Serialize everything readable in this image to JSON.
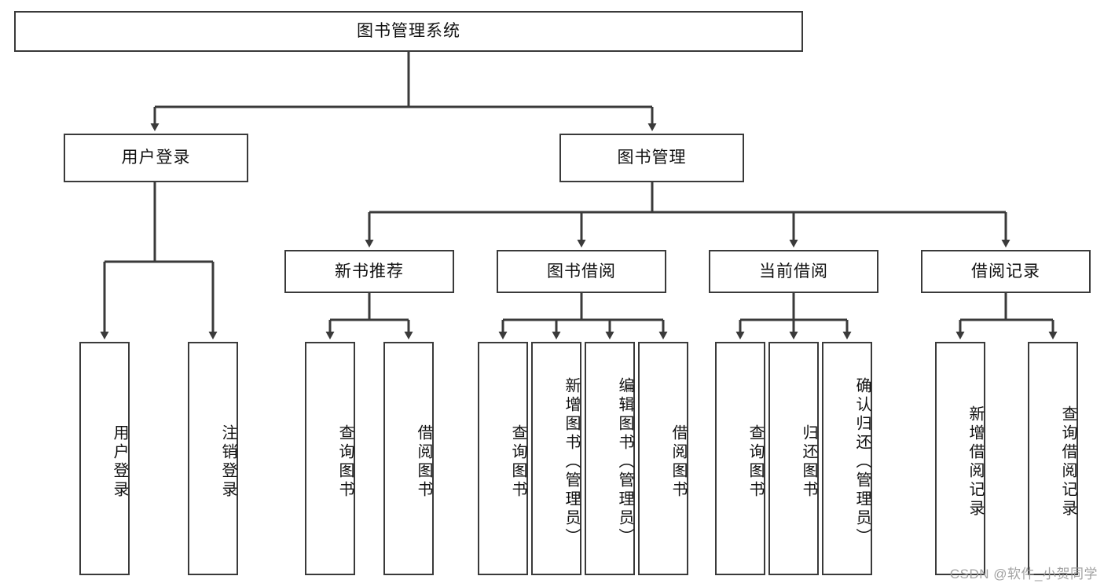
{
  "diagram": {
    "title": "图书管理系统",
    "stroke_color": "#3a3a3a",
    "background_color": "#ffffff",
    "text_color": "#111111",
    "root": {
      "label": "图书管理系统"
    },
    "level2": [
      {
        "label": "用户登录"
      },
      {
        "label": "图书管理"
      }
    ],
    "level3": [
      {
        "label": "新书推荐"
      },
      {
        "label": "图书借阅"
      },
      {
        "label": "当前借阅"
      },
      {
        "label": "借阅记录"
      }
    ],
    "leaves": {
      "user_login": [
        {
          "label": "用户登录"
        },
        {
          "label": "注销登录"
        }
      ],
      "new_book_recommend": [
        {
          "label": "查询图书"
        },
        {
          "label": "借阅图书"
        }
      ],
      "book_borrow": [
        {
          "label": "查询图书"
        },
        {
          "label": "新增图书（管理员）"
        },
        {
          "label": "编辑图书（管理员）"
        },
        {
          "label": "借阅图书"
        }
      ],
      "current_borrow": [
        {
          "label": "查询图书"
        },
        {
          "label": "归还图书"
        },
        {
          "label": "确认归还（管理员）"
        }
      ],
      "borrow_record": [
        {
          "label": "新增借阅记录"
        },
        {
          "label": "查询借阅记录"
        }
      ]
    }
  },
  "watermark": {
    "text": "CSDN @软件_小贺同学"
  }
}
